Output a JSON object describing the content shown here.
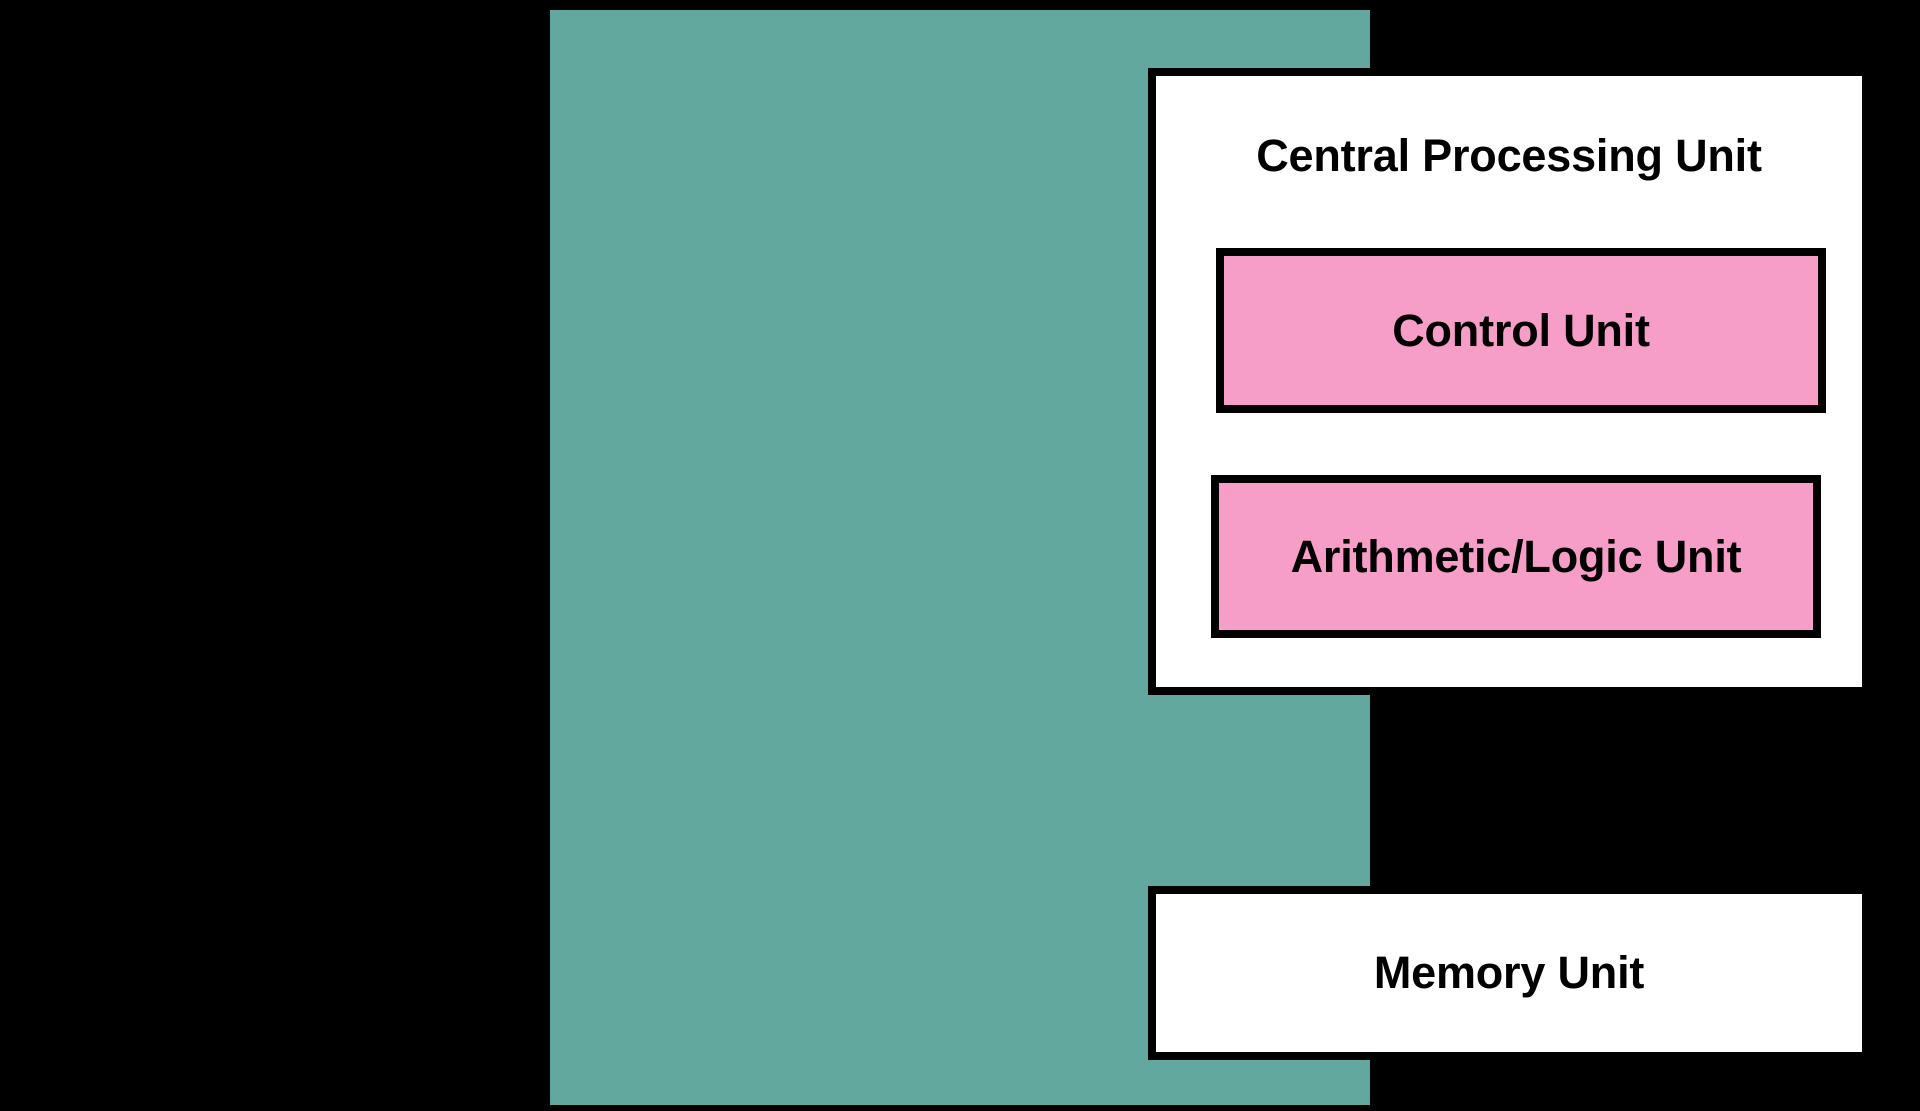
{
  "diagram": {
    "title_text": "Central Processing Unit",
    "background_color": "#000000",
    "panel_color": "#63a89e",
    "box_fill_white": "#ffffff",
    "box_fill_pink": "#f79ec8",
    "border_color": "#000000",
    "cpu": {
      "label": "Central Processing Unit",
      "children": [
        {
          "label": "Control Unit",
          "fill": "#f79ec8"
        },
        {
          "label": "Arithmetic/Logic Unit",
          "fill": "#f79ec8"
        }
      ]
    },
    "memory": {
      "label": "Memory Unit",
      "fill": "#ffffff"
    },
    "connections": [
      {
        "name": "cpu-to-memory",
        "direction": "down",
        "from": "Central Processing Unit",
        "to": "Memory Unit"
      },
      {
        "name": "memory-to-cpu",
        "direction": "up",
        "from": "Memory Unit",
        "to": "Central Processing Unit"
      }
    ]
  }
}
